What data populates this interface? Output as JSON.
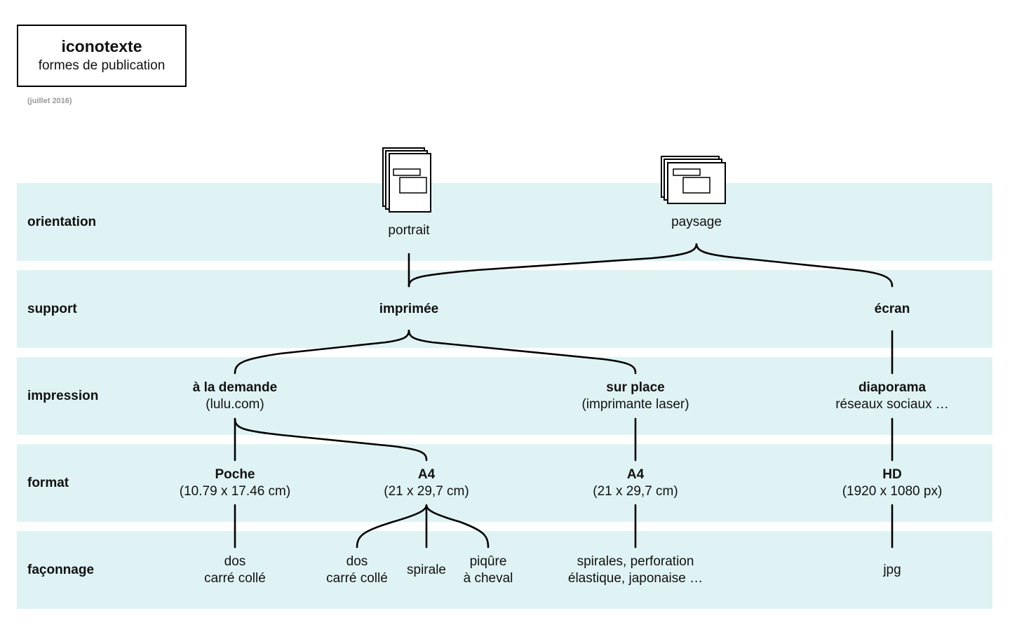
{
  "header": {
    "title": "iconotexte",
    "subtitle": "formes de publication",
    "date": "(juillet 2016)"
  },
  "rows": {
    "orientation": "orientation",
    "support": "support",
    "impression": "impression",
    "format": "format",
    "faconnage": "façonnage"
  },
  "nodes": {
    "portrait": "portrait",
    "paysage": "paysage",
    "imprimee": "imprimée",
    "ecran": "écran",
    "demande_title": "à la demande",
    "demande_sub": "(lulu.com)",
    "surplace_title": "sur place",
    "surplace_sub": "(imprimante laser)",
    "diaporama_title": "diaporama",
    "diaporama_sub": "réseaux sociaux …",
    "poche_title": "Poche",
    "poche_sub": "(10.79 x 17.46 cm)",
    "a4a_title": "A4",
    "a4a_sub": "(21 x 29,7 cm)",
    "a4b_title": "A4",
    "a4b_sub": "(21 x 29,7 cm)",
    "hd_title": "HD",
    "hd_sub": "(1920 x 1080 px)",
    "dos1_l1": "dos",
    "dos1_l2": "carré collé",
    "dos2_l1": "dos",
    "dos2_l2": "carré collé",
    "spirale": "spirale",
    "piqure_l1": "piqûre",
    "piqure_l2": "à cheval",
    "spirales_l1": "spirales, perforation",
    "spirales_l2": "élastique, japonaise …",
    "jpg": "jpg"
  },
  "colors": {
    "band": "#e0f3f4",
    "line": "#000000",
    "date_text": "#999999"
  },
  "icons": [
    "portrait-pages-icon",
    "landscape-pages-icon"
  ]
}
